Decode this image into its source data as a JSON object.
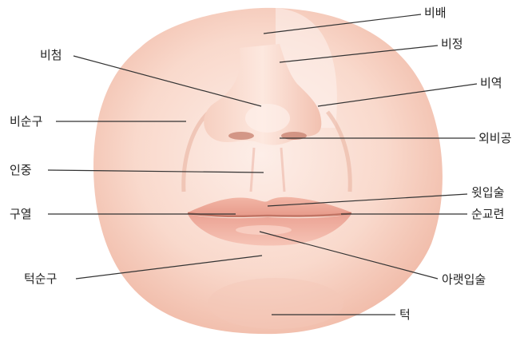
{
  "labels": {
    "bibae": "비배",
    "bijeong": "비정",
    "bicheom": "비첨",
    "biyeok": "비역",
    "bisungu": "비순구",
    "oebigong": "외비공",
    "injung": "인중",
    "witipsul": "윗입술",
    "guyeol": "구열",
    "sungyoryeon": "순교련",
    "teoksungu": "턱순구",
    "araetipsul": "아랫입술",
    "teok": "턱"
  },
  "colors": {
    "skin_light": "#fde7df",
    "skin_mid": "#f7c9b8",
    "skin_shadow": "#e9ab98",
    "lip": "#f0a99a",
    "lip_dark": "#d98a7c",
    "leader_line": "#333333"
  }
}
